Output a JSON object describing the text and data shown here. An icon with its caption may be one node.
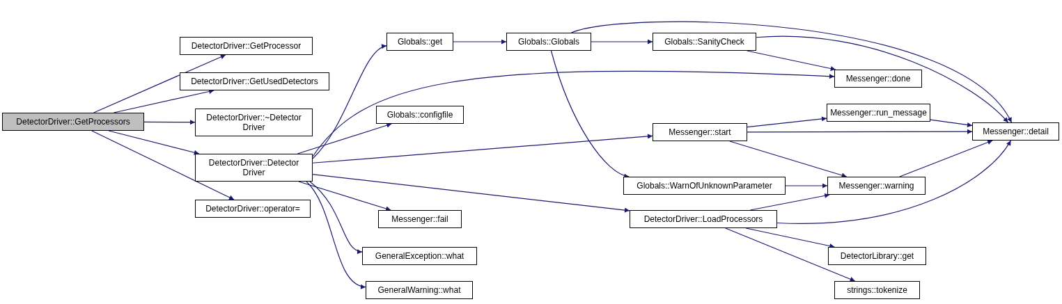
{
  "diagram": {
    "nodes": [
      {
        "text": [
          "DetectorDriver::GetProcessors"
        ]
      },
      {
        "text": [
          "DetectorDriver::GetProcessor"
        ]
      },
      {
        "text": [
          "DetectorDriver::GetUsedDetectors"
        ]
      },
      {
        "text": [
          "DetectorDriver::~Detector Driver"
        ]
      },
      {
        "text": [
          "DetectorDriver::Detector Driver"
        ]
      },
      {
        "text": [
          "DetectorDriver::operator="
        ]
      },
      {
        "text": [
          "Globals::get"
        ]
      },
      {
        "text": [
          "Globals::configfile"
        ]
      },
      {
        "text": [
          "Messenger::fail"
        ]
      },
      {
        "text": [
          "GeneralException::what"
        ]
      },
      {
        "text": [
          "GeneralWarning::what"
        ]
      },
      {
        "text": [
          "Globals::Globals"
        ]
      },
      {
        "text": [
          "Globals::SanityCheck"
        ]
      },
      {
        "text": [
          "Messenger::done"
        ]
      },
      {
        "text": [
          "Messenger::run_message"
        ]
      },
      {
        "text": [
          "Messenger::start"
        ]
      },
      {
        "text": [
          "Globals::WarnOfUnknownParameter"
        ]
      },
      {
        "text": [
          "Messenger::warning"
        ]
      },
      {
        "text": [
          "DetectorDriver::LoadProcessors"
        ]
      },
      {
        "text": [
          "Messenger::detail"
        ]
      },
      {
        "text": [
          "DetectorLibrary::get"
        ]
      },
      {
        "text": [
          "strings::tokenize"
        ]
      }
    ],
    "edges": [
      {
        "from": 0,
        "to": 1,
        "arrow": "to"
      },
      {
        "from": 0,
        "to": 2,
        "arrow": "to"
      },
      {
        "from": 0,
        "to": 3,
        "arrow": "to"
      },
      {
        "from": 0,
        "to": 4,
        "arrow": "to"
      },
      {
        "from": 0,
        "to": 5,
        "arrow": "to"
      },
      {
        "from": 4,
        "to": 6,
        "arrow": "to"
      },
      {
        "from": 4,
        "to": 13,
        "arrow": "to"
      },
      {
        "from": 4,
        "to": 7,
        "arrow": "to"
      },
      {
        "from": 4,
        "to": 15,
        "arrow": "to"
      },
      {
        "from": 4,
        "to": 18,
        "arrow": "to"
      },
      {
        "from": 4,
        "to": 8,
        "arrow": "to"
      },
      {
        "from": 4,
        "to": 9,
        "arrow": "to"
      },
      {
        "from": 4,
        "to": 10,
        "arrow": "to"
      },
      {
        "from": 6,
        "to": 11,
        "arrow": "to"
      },
      {
        "from": 11,
        "to": 19,
        "arrow": "to"
      },
      {
        "from": 11,
        "to": 12,
        "arrow": "to"
      },
      {
        "from": 11,
        "to": 16,
        "arrow": "to"
      },
      {
        "from": 12,
        "to": 19,
        "arrow": "to"
      },
      {
        "from": 12,
        "to": 13,
        "arrow": "to"
      },
      {
        "from": 15,
        "to": 14,
        "arrow": "to"
      },
      {
        "from": 15,
        "to": 19,
        "arrow": "to"
      },
      {
        "from": 15,
        "to": 17,
        "arrow": "to"
      },
      {
        "from": 14,
        "to": 19,
        "arrow": "to"
      },
      {
        "from": 16,
        "to": 17,
        "arrow": "to"
      },
      {
        "from": 17,
        "to": 19,
        "arrow": "to"
      },
      {
        "from": 18,
        "to": 17,
        "arrow": "to"
      },
      {
        "from": 18,
        "to": 19,
        "arrow": "to"
      },
      {
        "from": 18,
        "to": 20,
        "arrow": "to"
      },
      {
        "from": 18,
        "to": 21,
        "arrow": "to"
      }
    ]
  }
}
